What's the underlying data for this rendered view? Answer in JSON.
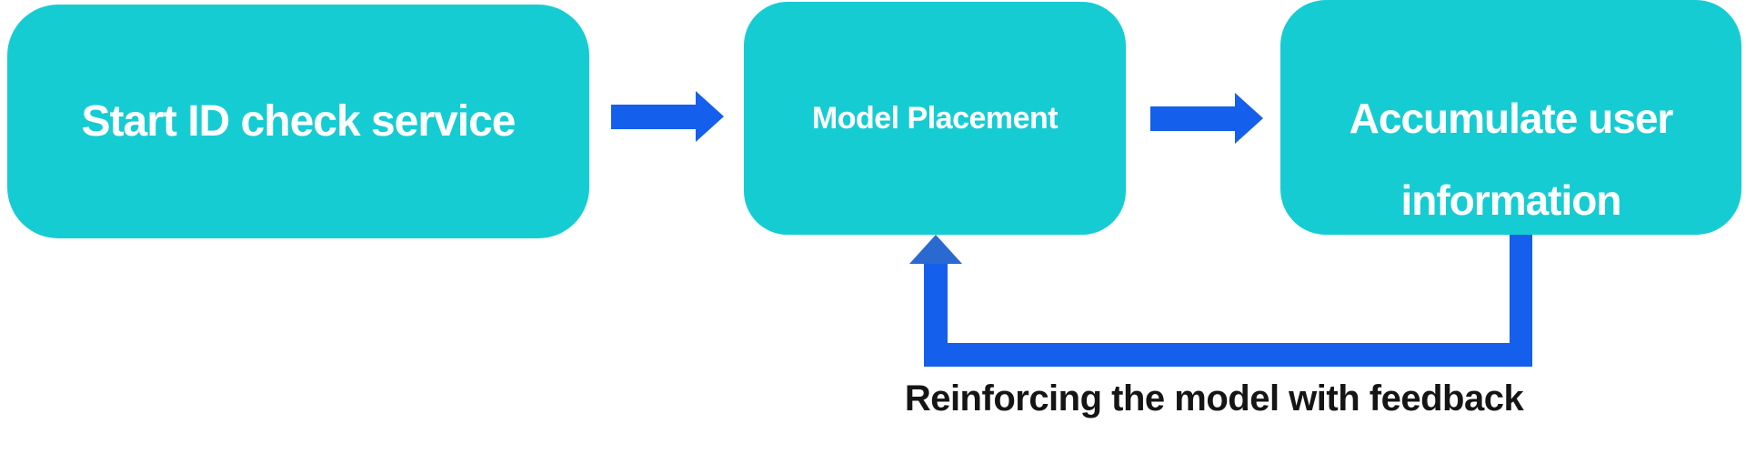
{
  "diagram": {
    "type": "flowchart",
    "nodes": [
      {
        "id": "start",
        "label": "Start ID check service"
      },
      {
        "id": "model",
        "label": "Model Placement"
      },
      {
        "id": "accumulate",
        "label": "Accumulate user information",
        "label_line1": "Accumulate user",
        "label_line2": "information"
      }
    ],
    "connectors": [
      {
        "from": "start",
        "to": "model",
        "type": "arrow-right"
      },
      {
        "from": "model",
        "to": "accumulate",
        "type": "arrow-right"
      },
      {
        "from": "accumulate",
        "to": "model",
        "type": "feedback-loop",
        "label": "Reinforcing the model with feedback"
      }
    ],
    "feedback_label": "Reinforcing the model with feedback"
  },
  "colors": {
    "node_fill": "#16CCD3",
    "node_text": "#FFFFFF",
    "arrow": "#145FEB",
    "feedback_arrowhead": "#2A69D0",
    "label_text": "#151515",
    "background": "#FFFFFF"
  }
}
